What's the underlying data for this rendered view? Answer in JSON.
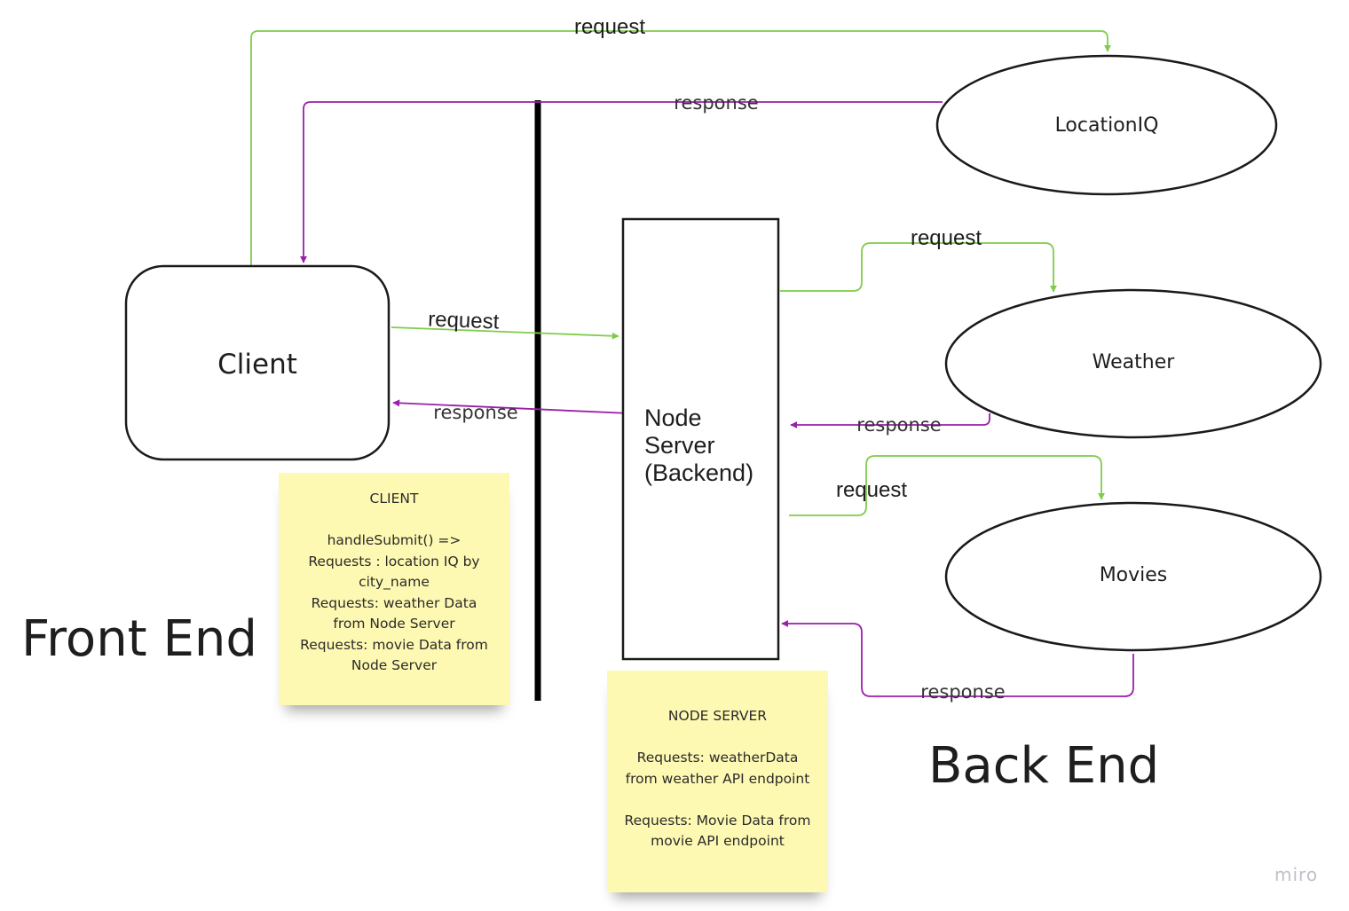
{
  "nodes": {
    "client": "Client",
    "node_server": [
      "Node",
      "Server",
      "(Backend)"
    ],
    "locationiq": "LocationIQ",
    "weather": "Weather",
    "movies": "Movies"
  },
  "edges": {
    "client_to_locationiq": "request",
    "locationiq_to_client": "response",
    "client_to_server": "request",
    "server_to_client": "response",
    "server_to_weather": "request",
    "weather_to_server": "response",
    "server_to_movies": "request",
    "movies_to_server": "response"
  },
  "notes": {
    "client": "CLIENT\n\nhandleSubmit() =>\nRequests : location IQ by\ncity_name\nRequests: weather Data\nfrom Node Server\nRequests: movie Data from\nNode Server",
    "node_server": "NODE SERVER\n\nRequests: weatherData\nfrom weather API endpoint\n\nRequests: Movie Data from\nmovie API endpoint"
  },
  "zones": {
    "front_end": "Front End",
    "back_end": "Back End"
  },
  "watermark": "miro",
  "colors": {
    "request": "#7fcc4a",
    "response": "#9a1faa",
    "stroke": "#1a1a1a",
    "note": "#fef9b2"
  }
}
